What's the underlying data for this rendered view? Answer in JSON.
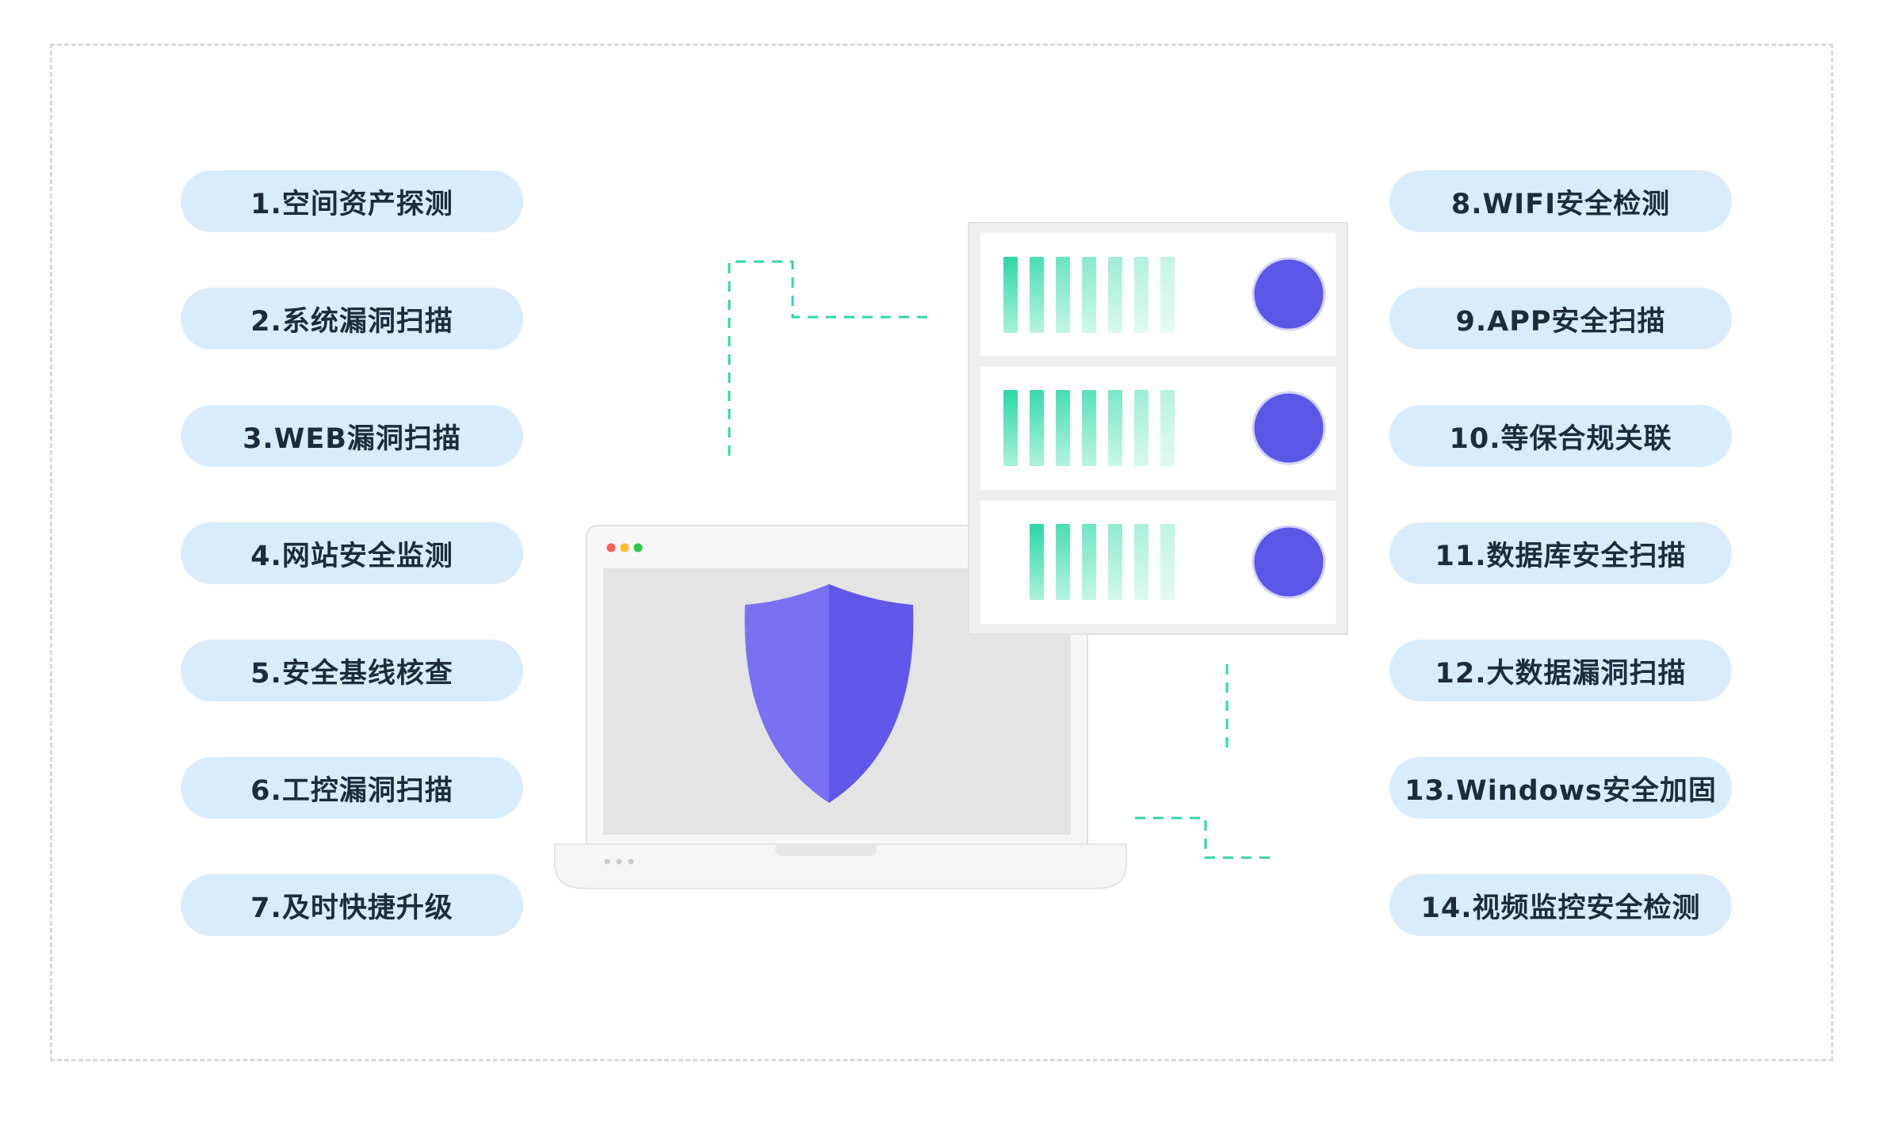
{
  "colors": {
    "pill-bg": "#d9ecfc",
    "pill-text": "#1d2b3a",
    "accent-purple": "#5b57e6",
    "shield-left": "#7a70f1",
    "shield-right": "#6157e9",
    "bar-teal-top": "#2bd8a7",
    "bar-teal-bottom": "#a9f2da",
    "dash-teal": "#2fd7a9",
    "frame-border": "#dadada"
  },
  "features": {
    "left": [
      "1.空间资产探测",
      "2.系统漏洞扫描",
      "3.WEB漏洞扫描",
      "4.网站安全监测",
      "5.安全基线核查",
      "6.工控漏洞扫描",
      "7.及时快捷升级"
    ],
    "right": [
      "8.WIFI安全检测",
      "9.APP安全扫描",
      "10.等保合规关联",
      "11.数据库安全扫描",
      "12.大数据漏洞扫描",
      "13.Windows安全加固",
      "14.视频监控安全检测"
    ]
  },
  "illustration": {
    "icons": [
      "laptop-icon",
      "shield-icon",
      "server-rack-icon"
    ],
    "window_dots": [
      "#ff5f57",
      "#febc2e",
      "#29c840"
    ]
  }
}
